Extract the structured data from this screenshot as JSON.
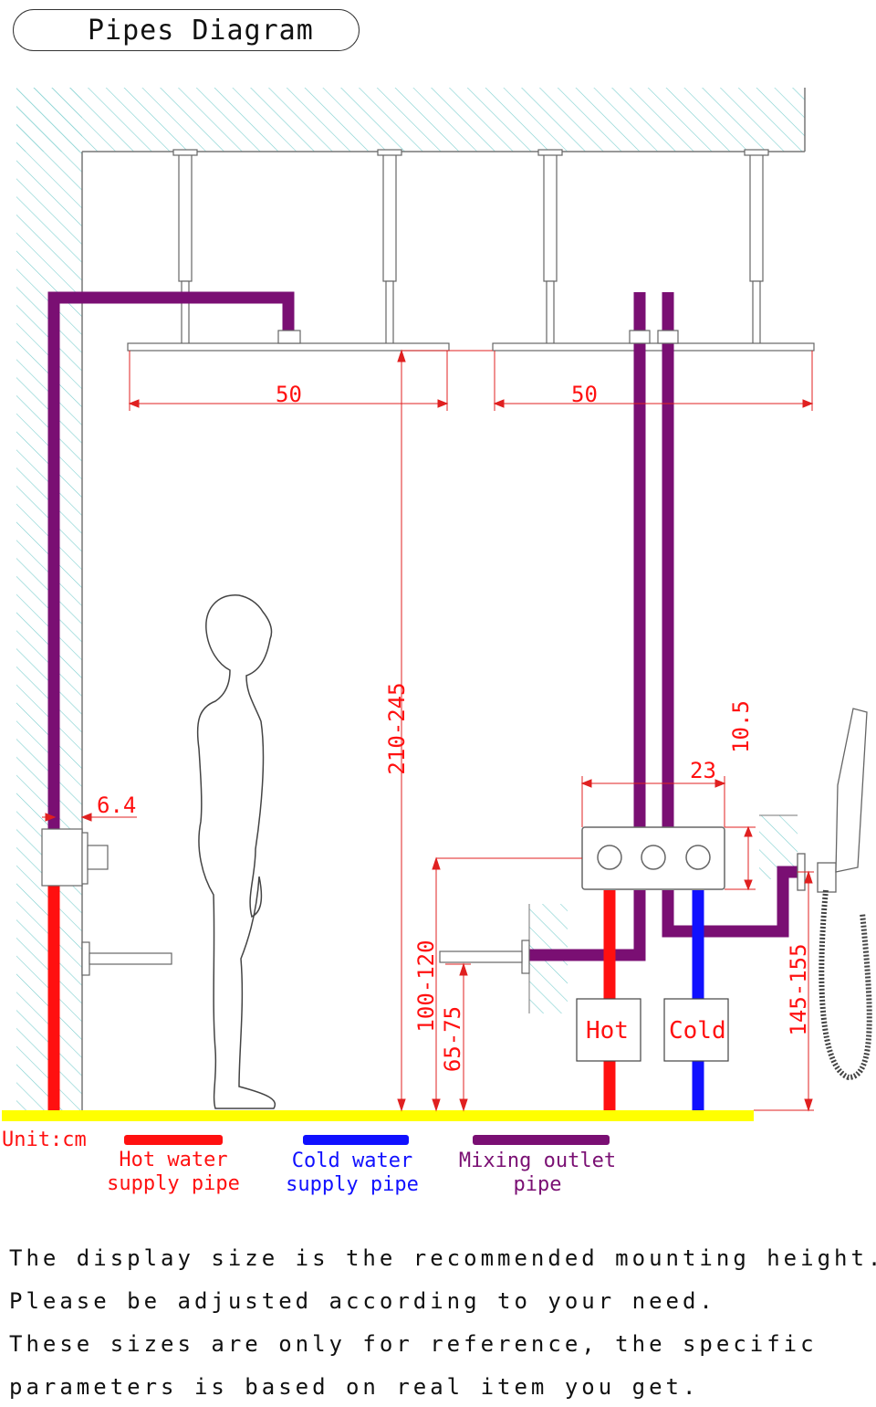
{
  "title": "Pipes Diagram",
  "dimensions": {
    "shower_head_left_width": "50",
    "shower_head_right_width": "50",
    "ceiling_height": "210-245",
    "wall_valve_offset": "6.4",
    "valve_width": "23",
    "valve_height": "10.5",
    "valve_mount_height": "100-120",
    "spout_height": "65-75",
    "hand_shower_height": "145-155"
  },
  "valve_labels": {
    "hot": "Hot",
    "cold": "Cold"
  },
  "unit": "Unit:cm",
  "legend": [
    {
      "line1": "Hot water",
      "line2": "supply pipe",
      "color": "#ff1010"
    },
    {
      "line1": "Cold water",
      "line2": "supply pipe",
      "color": "#1010ff"
    },
    {
      "line1": "Mixing outlet",
      "line2": "pipe",
      "color": "#7a0f73"
    }
  ],
  "notes": [
    "The display size is the recommended mounting height.",
    "Please be adjusted according to your need.",
    "These sizes are only for reference, the specific",
    "parameters is based on real item you get."
  ],
  "colors": {
    "hot": "#ff1010",
    "cold": "#1010ff",
    "mixing": "#7a0f73",
    "floor": "#ffff00",
    "dimension": "#ff1010",
    "hatch": "#7ecfcf"
  }
}
